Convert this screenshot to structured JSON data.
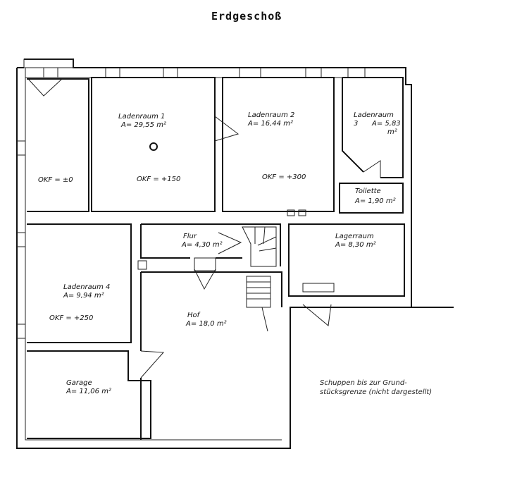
{
  "title": "Erdgeschoß",
  "rooms": {
    "laden1": {
      "name": "Ladenraum 1",
      "area": "A= 29,55 m²",
      "okf": "OKF = +150"
    },
    "laden2": {
      "name": "Ladenraum 2",
      "area": "A= 16,44 m²",
      "okf": "OKF = +300"
    },
    "laden3": {
      "name": "Ladenraum",
      "num": "3",
      "area": "A= 5,83",
      "unit": "m²"
    },
    "toilette": {
      "name": "Toilette",
      "area": "A= 1,90 m²"
    },
    "left": {
      "okf": "OKF = ±0"
    },
    "flur": {
      "name": "Flur",
      "area": "A= 4,30 m²"
    },
    "lager": {
      "name": "Lagerraum",
      "area": "A= 8,30 m²"
    },
    "laden4": {
      "name": "Ladenraum 4",
      "area": "A= 9,94 m²",
      "okf": "OKF = +250"
    },
    "hof": {
      "name": "Hof",
      "area": "A= 18,0 m²"
    },
    "garage": {
      "name": "Garage",
      "area": "A= 11,06 m²"
    }
  },
  "note": {
    "line1": "Schuppen bis zur Grund-",
    "line2": "stücksgrenze (nicht dargestellt)"
  }
}
